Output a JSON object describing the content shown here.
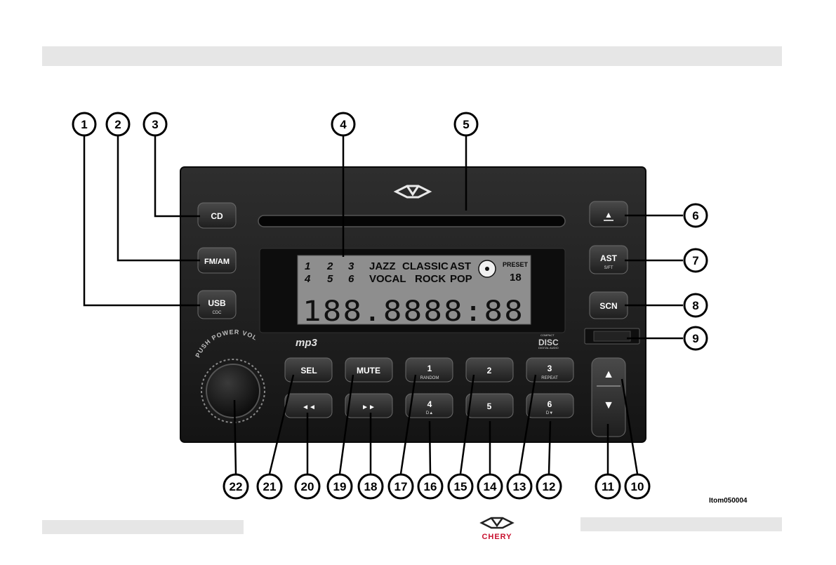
{
  "figure_code": "Itom050004",
  "brand_footer": "CHERY",
  "knob_arc_text": "PUSH POWER VOL",
  "display": {
    "presets_row1": [
      "1",
      "2",
      "3"
    ],
    "presets_row2": [
      "4",
      "5",
      "6"
    ],
    "eq_row1": [
      "JAZZ",
      "CLASSIC",
      "AST"
    ],
    "eq_row2": [
      "VOCAL",
      "ROCK",
      "POP"
    ],
    "preset_label": "PRESET",
    "preset_digits": "18",
    "segment_text": "188.8888:88"
  },
  "logos": {
    "mp3": "mp3",
    "disc_top": "COMPACT",
    "disc_mid": "DISC",
    "disc_bottom": "DIGITAL AUDIO"
  },
  "buttons": {
    "cd": "CD",
    "fmam": "FM/AM",
    "usb": "USB",
    "usb_sub": "CDC",
    "eject": "▲",
    "ast": "AST",
    "ast_sub": "S/FT",
    "scn": "SCN",
    "sel": "SEL",
    "mute": "MUTE",
    "p1": "1",
    "p1_sub": "RANDOM",
    "p2": "2",
    "p3": "3",
    "p3_sub": "REPEAT",
    "rew": "◄◄",
    "ff": "►►",
    "p4": "4",
    "p4_sub": "D▲",
    "p5": "5",
    "p6": "6",
    "p6_sub": "D▼",
    "up": "▲",
    "down": "▼"
  },
  "callouts": [
    "1",
    "2",
    "3",
    "4",
    "5",
    "6",
    "7",
    "8",
    "9",
    "10",
    "11",
    "12",
    "13",
    "14",
    "15",
    "16",
    "17",
    "18",
    "19",
    "20",
    "21",
    "22"
  ]
}
